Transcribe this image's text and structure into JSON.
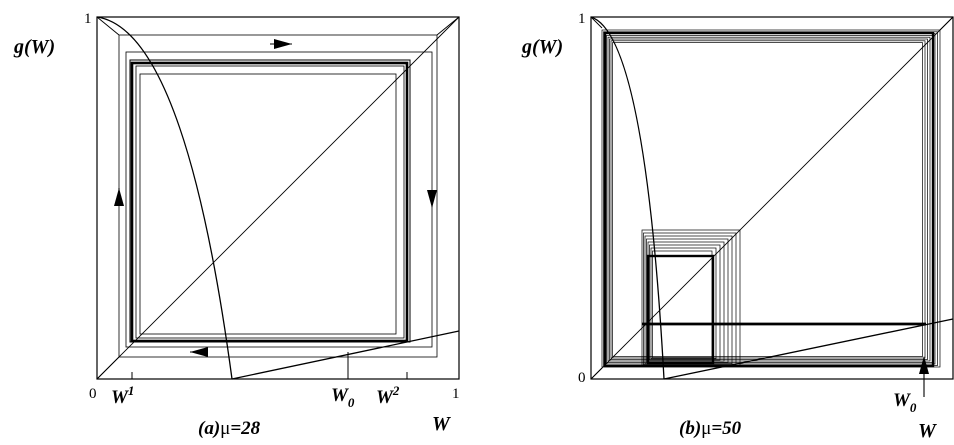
{
  "panels": [
    {
      "caption_letter": "(a)",
      "caption_mu": "μ",
      "caption_value": "=28",
      "ylabel": "g(W)",
      "xlabel": "W",
      "tick_origin": "0",
      "tick_x_end": "1",
      "tick_y_end": "1",
      "markers": [
        {
          "base": "W",
          "sup": "1",
          "sub": ""
        },
        {
          "base": "W",
          "sup": "",
          "sub": "0"
        },
        {
          "base": "W",
          "sup": "2",
          "sub": ""
        }
      ]
    },
    {
      "caption_letter": "(b)",
      "caption_mu": "μ",
      "caption_value": "=50",
      "ylabel": "g(W)",
      "xlabel": "W",
      "tick_origin": "0",
      "tick_y_end": "1",
      "markers": [
        {
          "base": "W",
          "sup": "",
          "sub": "0"
        }
      ]
    }
  ],
  "colors": {
    "ink": "#000000",
    "background": "#ffffff"
  }
}
